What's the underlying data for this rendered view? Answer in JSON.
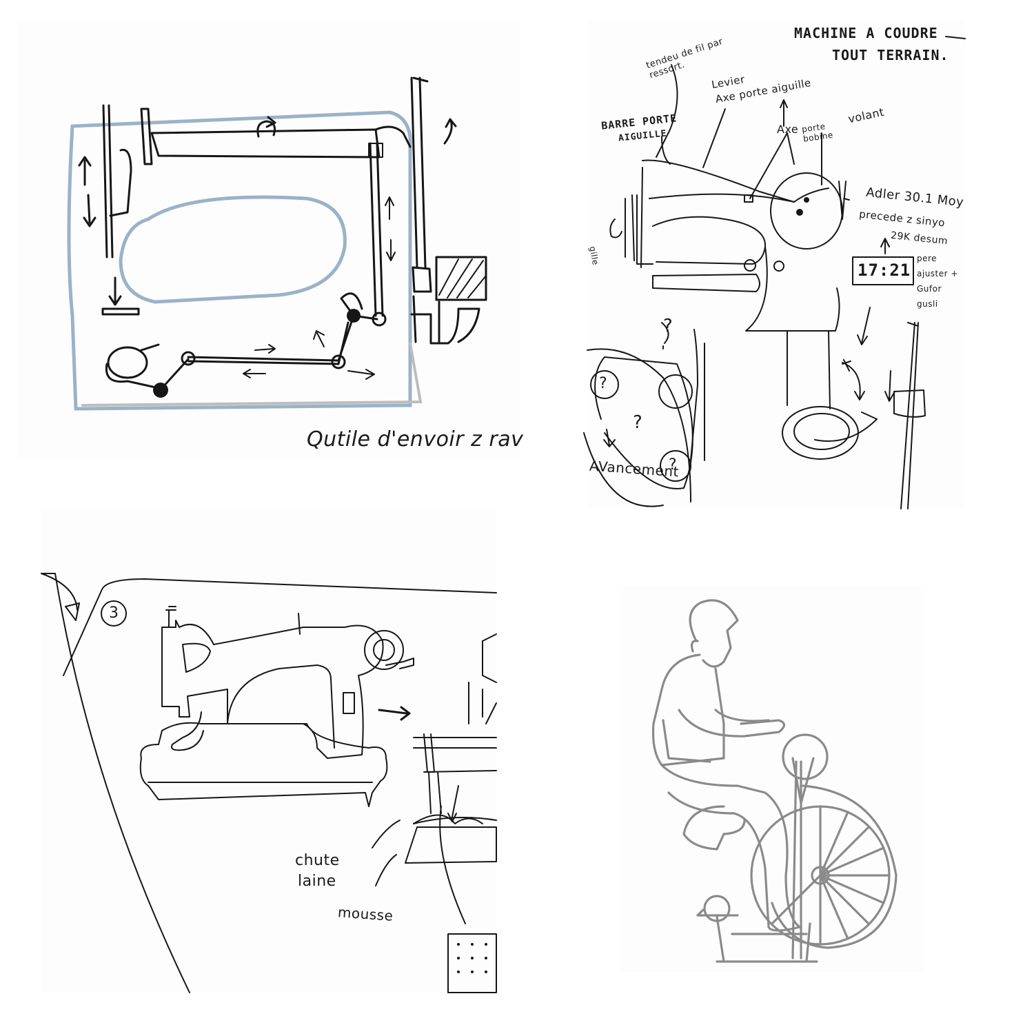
{
  "sketch1": {
    "caption": "Qutile d'envoir z rav"
  },
  "sketch2": {
    "title_line1": "MACHINE A COUDRE",
    "title_line2": "TOUT TERRAIN.",
    "tendeur": "tendeu de fil par ressort.",
    "levier": "Levier",
    "axe_porte": "Axe porte aiguille",
    "barre_line1": "BARRE PORTE",
    "barre_line2": "AIGUILLE",
    "axe": "Axe",
    "porte_bobine": "porte bobine",
    "volant": "volant",
    "adler": "Adler 30.1 Moy",
    "precede": "precede z sinyo",
    "desum": "29K desum",
    "clock": "17:21",
    "pere": "pere ajuster + Gufor gusli",
    "avancement": "AVancement",
    "side_note": "gille",
    "q1": "?",
    "q2": "?",
    "q3": "?",
    "q4": "?"
  },
  "sketch3": {
    "number": "3",
    "chute_line1": "chute",
    "chute_line2": "laine",
    "mousse": "mousse"
  },
  "sketch4": {}
}
